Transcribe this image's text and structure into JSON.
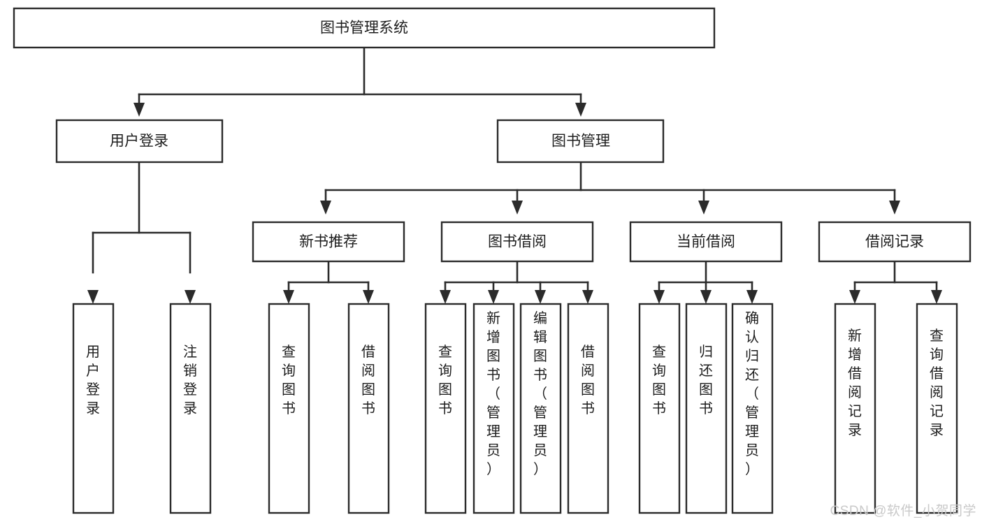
{
  "diagram": {
    "type": "tree-hierarchy",
    "title": "图书管理系统",
    "orientation": "top-down",
    "watermark": "CSDN @软件_小贺同学",
    "colors": {
      "box_fill": "#ffffff",
      "box_stroke": "#2b2b2b",
      "connector": "#2b2b2b",
      "text": "#1d1d1d",
      "watermark": "#c9c9c9",
      "background": "#ffffff"
    },
    "root": {
      "id": "root",
      "label": "图书管理系统"
    },
    "level2": [
      {
        "id": "user-login",
        "label": "用户登录"
      },
      {
        "id": "book-manage",
        "label": "图书管理"
      }
    ],
    "level3": [
      {
        "id": "new-book-recommend",
        "label": "新书推荐",
        "parent": "book-manage"
      },
      {
        "id": "book-borrow",
        "label": "图书借阅",
        "parent": "book-manage"
      },
      {
        "id": "current-borrow",
        "label": "当前借阅",
        "parent": "book-manage"
      },
      {
        "id": "borrow-record",
        "label": "借阅记录",
        "parent": "book-manage"
      }
    ],
    "leaves": {
      "user-login": [
        {
          "id": "leaf-user-login",
          "label": "用户登录"
        },
        {
          "id": "leaf-user-logout",
          "label": "注销登录"
        }
      ],
      "new-book-recommend": [
        {
          "id": "leaf-query-book-1",
          "label": "查询图书"
        },
        {
          "id": "leaf-borrow-book-1",
          "label": "借阅图书"
        }
      ],
      "book-borrow": [
        {
          "id": "leaf-query-book-2",
          "label": "查询图书"
        },
        {
          "id": "leaf-add-book",
          "label": "新增图书（管理员）"
        },
        {
          "id": "leaf-edit-book",
          "label": "编辑图书（管理员）"
        },
        {
          "id": "leaf-borrow-book-2",
          "label": "借阅图书"
        }
      ],
      "current-borrow": [
        {
          "id": "leaf-query-book-3",
          "label": "查询图书"
        },
        {
          "id": "leaf-return-book",
          "label": "归还图书"
        },
        {
          "id": "leaf-confirm-return",
          "label": "确认归还（管理员）"
        }
      ],
      "borrow-record": [
        {
          "id": "leaf-add-record",
          "label": "新增借阅记录"
        },
        {
          "id": "leaf-query-record",
          "label": "查询借阅记录"
        }
      ]
    }
  }
}
